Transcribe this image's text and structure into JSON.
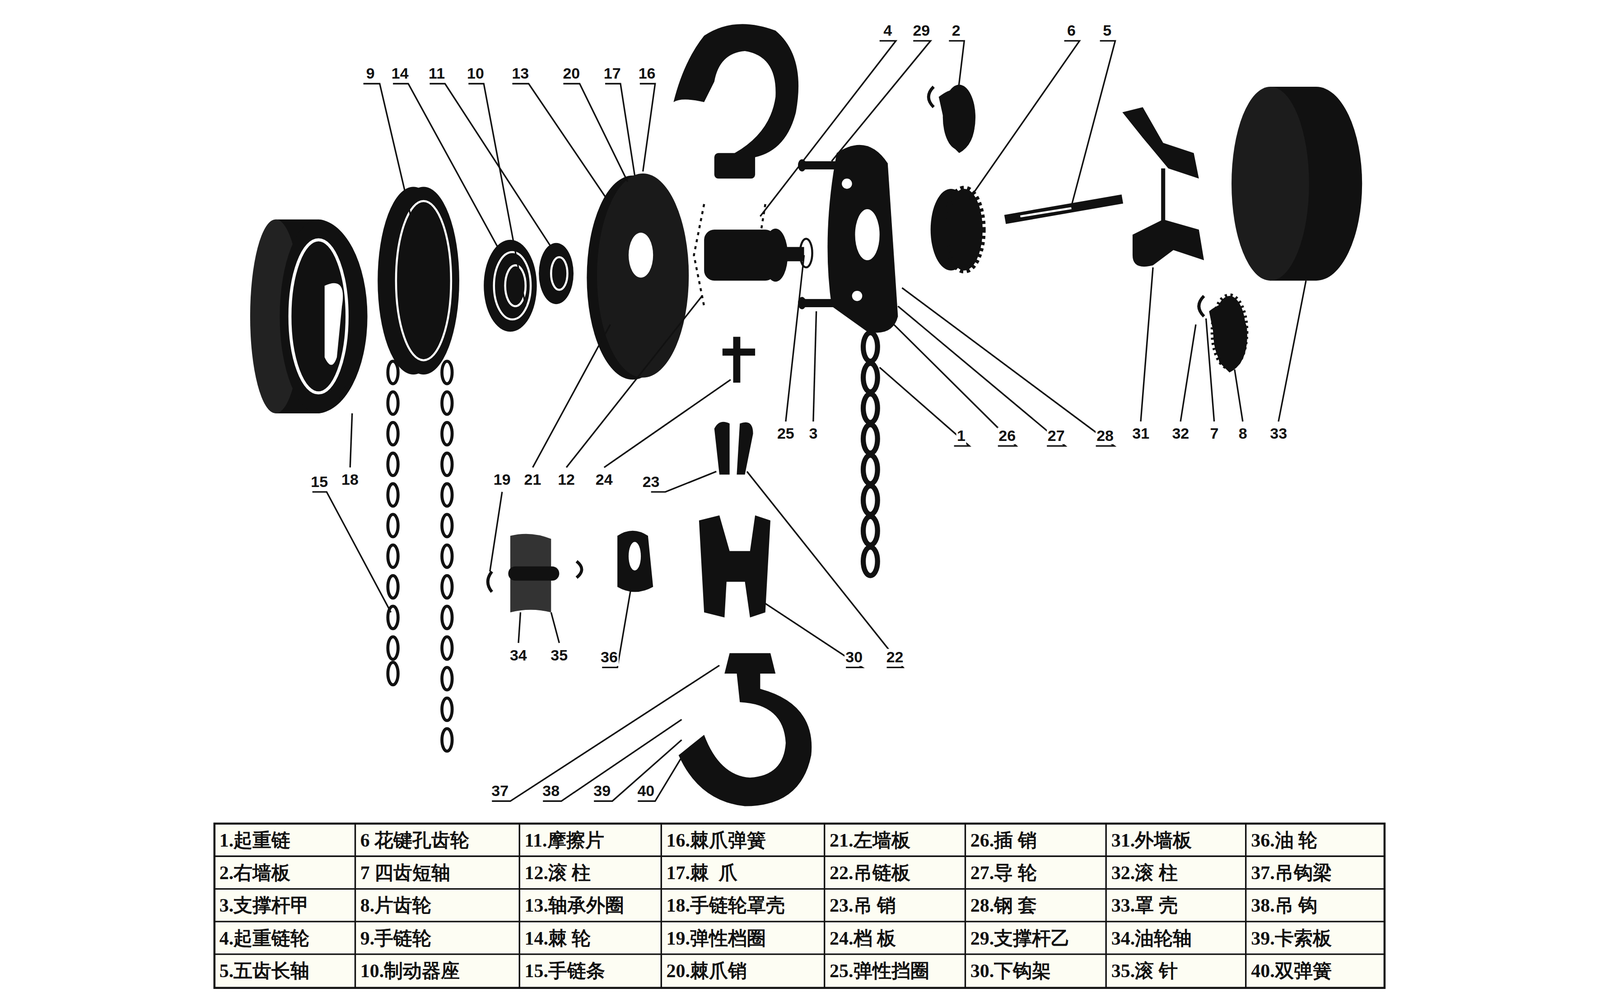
{
  "diagram": {
    "labels": [
      "9",
      "14",
      "11",
      "10",
      "13",
      "20",
      "17",
      "16",
      "4",
      "29",
      "2",
      "6",
      "5",
      "25",
      "3",
      "1",
      "26",
      "27",
      "28",
      "31",
      "32",
      "7",
      "8",
      "33",
      "15",
      "18",
      "19",
      "21",
      "12",
      "24",
      "23",
      "34",
      "35",
      "36",
      "30",
      "22",
      "37",
      "38",
      "39",
      "40",
      "1.起重链",
      "6 花键孔齿轮",
      "11.摩擦片",
      "16.棘爪弹簧",
      "21.左墙板",
      "26.插 销",
      "31.外墙板",
      "36.油 轮",
      "2.右墙板",
      "7 四齿短轴",
      "12.滚 柱",
      "17.棘  爪",
      "22.吊链板",
      "27.导 轮",
      "32.滚 柱",
      "37.吊钩梁",
      "3.支撑杆甲",
      "8.片齿轮",
      "13.轴承外圈",
      "18.手链轮罩壳",
      "23.吊 销",
      "28.钢 套",
      "33.罩 壳",
      "38.吊 钩",
      "4.起重链轮",
      "9.手链轮",
      "14.棘 轮",
      "19.弹性档圈",
      "24.档 板",
      "29.支撑杆乙",
      "34.油轮轴",
      "39.卡索板",
      "5.五齿长轴",
      "10.制动器座",
      "15.手链条",
      "20.棘爪销",
      "25.弹性挡圈",
      "30.下钩架",
      "35.滚 针",
      "40.双弹簧"
    ]
  }
}
